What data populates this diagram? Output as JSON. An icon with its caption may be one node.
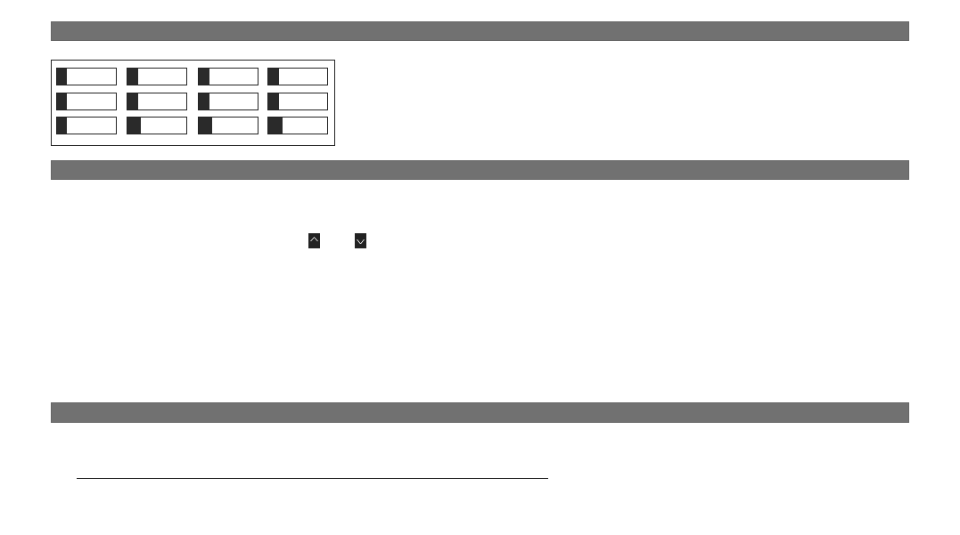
{
  "diagram": {
    "nodes": [
      {
        "text": [],
        "shape": "box"
      },
      {
        "text": [],
        "shape": "bar",
        "in": 0
      },
      {
        "text": [],
        "shape": "bar",
        "in": 0
      },
      {
        "text": [],
        "shape": "bar",
        "in": 0
      },
      {
        "text": [],
        "shape": "bar",
        "in": 0
      },
      {
        "text": [],
        "shape": "bar",
        "in": 0
      },
      {
        "text": [],
        "shape": "bar",
        "in": 0
      },
      {
        "text": [],
        "shape": "bar",
        "in": 0
      },
      {
        "text": [],
        "shape": "bar",
        "in": 0
      },
      {
        "text": [],
        "shape": "bar",
        "in": 0
      },
      {
        "text": [],
        "shape": "bar",
        "in": 0
      },
      {
        "text": [],
        "shape": "bar",
        "in": 0
      },
      {
        "text": [],
        "shape": "bar",
        "in": 0
      }
    ]
  }
}
